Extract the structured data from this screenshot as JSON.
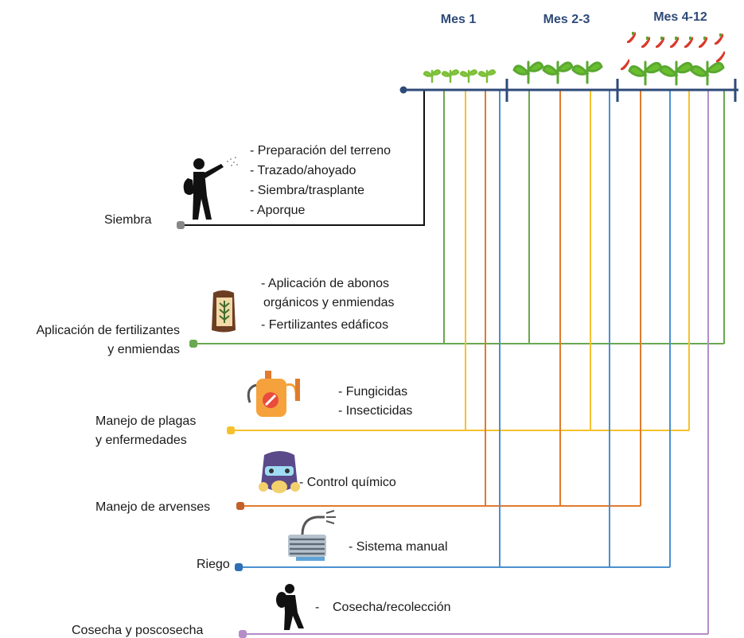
{
  "months": [
    "Mes 1",
    "Mes 2-3",
    "Mes 4-12"
  ],
  "activities": {
    "siembra": {
      "label": "Siembra",
      "items": [
        "- Preparación del terreno",
        "- Trazado/ahoyado",
        "- Siembra/trasplante",
        "- Aporque"
      ],
      "color": "#111111",
      "icon": "sprayer-person-icon"
    },
    "fertilizacion": {
      "label_lines": [
        "Aplicación de fertilizantes",
        "y enmiendas"
      ],
      "items": [
        "- Aplicación de abonos",
        "orgánicos y enmiendas",
        "- Fertilizantes edáficos"
      ],
      "color": "#6aa84f",
      "icon": "fertilizer-bag-icon"
    },
    "plagas": {
      "label_lines": [
        "Manejo de plagas",
        "y enfermedades"
      ],
      "items": [
        "- Fungicidas",
        "- Insecticidas"
      ],
      "color": "#f6c02c",
      "icon": "backpack-sprayer-icon"
    },
    "arvenses": {
      "label": "Manejo de arvenses",
      "items": [
        "- Control químico"
      ],
      "color": "#e07b2d",
      "icon": "gas-mask-icon"
    },
    "riego": {
      "label": "Riego",
      "items": [
        "- Sistema manual"
      ],
      "color": "#4a90d0",
      "icon": "hose-reel-icon"
    },
    "cosecha": {
      "label": "Cosecha y poscosecha",
      "items": [
        "-",
        "Cosecha/recolección"
      ],
      "color": "#b48cc8",
      "icon": "harvester-person-icon"
    }
  },
  "timeline_color": "#2e4a78"
}
